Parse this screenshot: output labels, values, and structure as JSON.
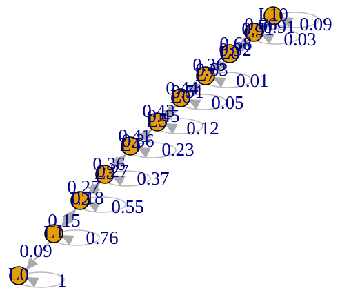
{
  "colors": {
    "node_fill": "#E69F00",
    "node_stroke": "#000000",
    "edge": "#AAAAAA",
    "loop": "#BBBBBB",
    "label": "#000088"
  },
  "nodes": [
    {
      "id": "L0"
    },
    {
      "id": "L1"
    },
    {
      "id": "L2"
    },
    {
      "id": "L3"
    },
    {
      "id": "L4"
    },
    {
      "id": "L5"
    },
    {
      "id": "L6"
    },
    {
      "id": "L7"
    },
    {
      "id": "L8"
    },
    {
      "id": "L9"
    },
    {
      "id": "L10"
    }
  ],
  "edges": [
    {
      "from": "L0",
      "to": "L0",
      "label": "1"
    },
    {
      "from": "L1",
      "to": "L0",
      "label": "0.09"
    },
    {
      "from": "L1",
      "to": "L1",
      "label": "0.76"
    },
    {
      "from": "L1",
      "to": "L2",
      "label": "0.15"
    },
    {
      "from": "L2",
      "to": "L1",
      "label": "0.27"
    },
    {
      "from": "L2",
      "to": "L2",
      "label": "0.55"
    },
    {
      "from": "L2",
      "to": "L3",
      "label": "0.18"
    },
    {
      "from": "L3",
      "to": "L2",
      "label": "0.36"
    },
    {
      "from": "L3",
      "to": "L3",
      "label": "0.37"
    },
    {
      "from": "L3",
      "to": "L4",
      "label": "0.27"
    },
    {
      "from": "L4",
      "to": "L3",
      "label": "0.41"
    },
    {
      "from": "L4",
      "to": "L4",
      "label": "0.23"
    },
    {
      "from": "L4",
      "to": "L5",
      "label": "0.36"
    },
    {
      "from": "L5",
      "to": "L4",
      "label": "0.43"
    },
    {
      "from": "L5",
      "to": "L5",
      "label": "0.12"
    },
    {
      "from": "L5",
      "to": "L6",
      "label": "0.45"
    },
    {
      "from": "L6",
      "to": "L5",
      "label": "0.44"
    },
    {
      "from": "L6",
      "to": "L6",
      "label": "0.05"
    },
    {
      "from": "L6",
      "to": "L7",
      "label": "0.51"
    },
    {
      "from": "L7",
      "to": "L6",
      "label": "0.36"
    },
    {
      "from": "L7",
      "to": "L7",
      "label": "0.01"
    },
    {
      "from": "L7",
      "to": "L8",
      "label": "0.63"
    },
    {
      "from": "L8",
      "to": "L7",
      "label": "0.32"
    },
    {
      "from": "L8",
      "to": "L9",
      "label": "0.68"
    },
    {
      "from": "L9",
      "to": "L8",
      "label": "0.31"
    },
    {
      "from": "L9",
      "to": "L9",
      "label": "0.03"
    },
    {
      "from": "L9",
      "to": "L10",
      "label": "0.66"
    },
    {
      "from": "L10",
      "to": "L9",
      "label": "0.91"
    },
    {
      "from": "L10",
      "to": "L10",
      "label": "0.09"
    }
  ]
}
